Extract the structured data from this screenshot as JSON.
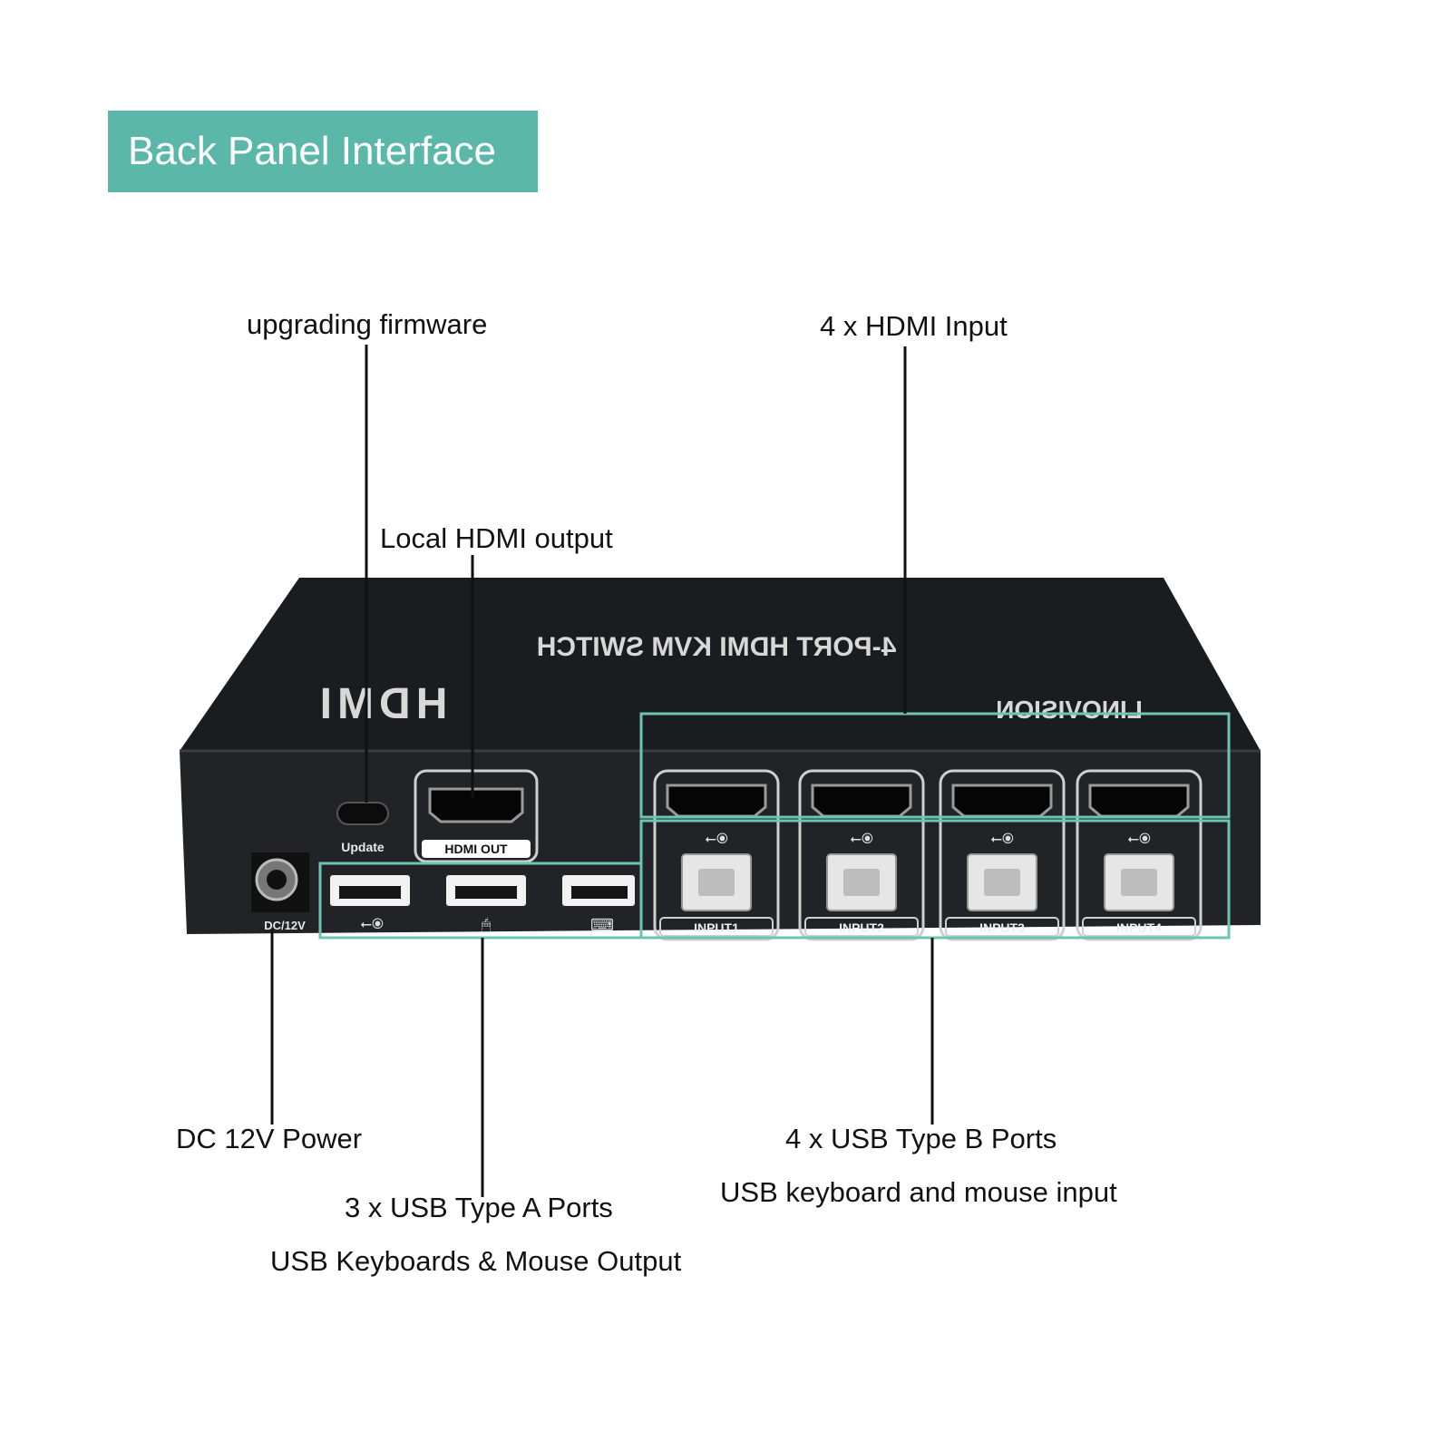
{
  "title": "Back Panel Interface",
  "callouts": {
    "firmware": "upgrading firmware",
    "hdmi_input": "4 x HDMI Input",
    "hdmi_output": "Local HDMI output",
    "power": "DC 12V Power",
    "usb_a_title": "3 x USB Type A Ports",
    "usb_a_desc": "USB Keyboards & Mouse Output",
    "usb_b_title": "4 x USB Type B Ports",
    "usb_b_desc": "USB keyboard and mouse input"
  },
  "device": {
    "top_label": "4-PORT HDMI KVM SWITCH",
    "hdmi_logo": "HDMI",
    "brand": "LINOVISION",
    "update_label": "Update",
    "hdmi_out_label": "HDMI OUT",
    "dc_label": "DC/12V",
    "inputs": [
      "INPUT1",
      "INPUT2",
      "INPUT3",
      "INPUT4"
    ]
  },
  "colors": {
    "accent": "#5bb8a8",
    "device_body": "#1e1f22",
    "highlight": "#6cc4b2"
  },
  "icons": {
    "usb_a_ports": [
      "usb-icon",
      "mouse-icon",
      "keyboard-icon"
    ],
    "usb_b_ports": [
      "usb-icon",
      "usb-icon",
      "usb-icon",
      "usb-icon"
    ]
  }
}
